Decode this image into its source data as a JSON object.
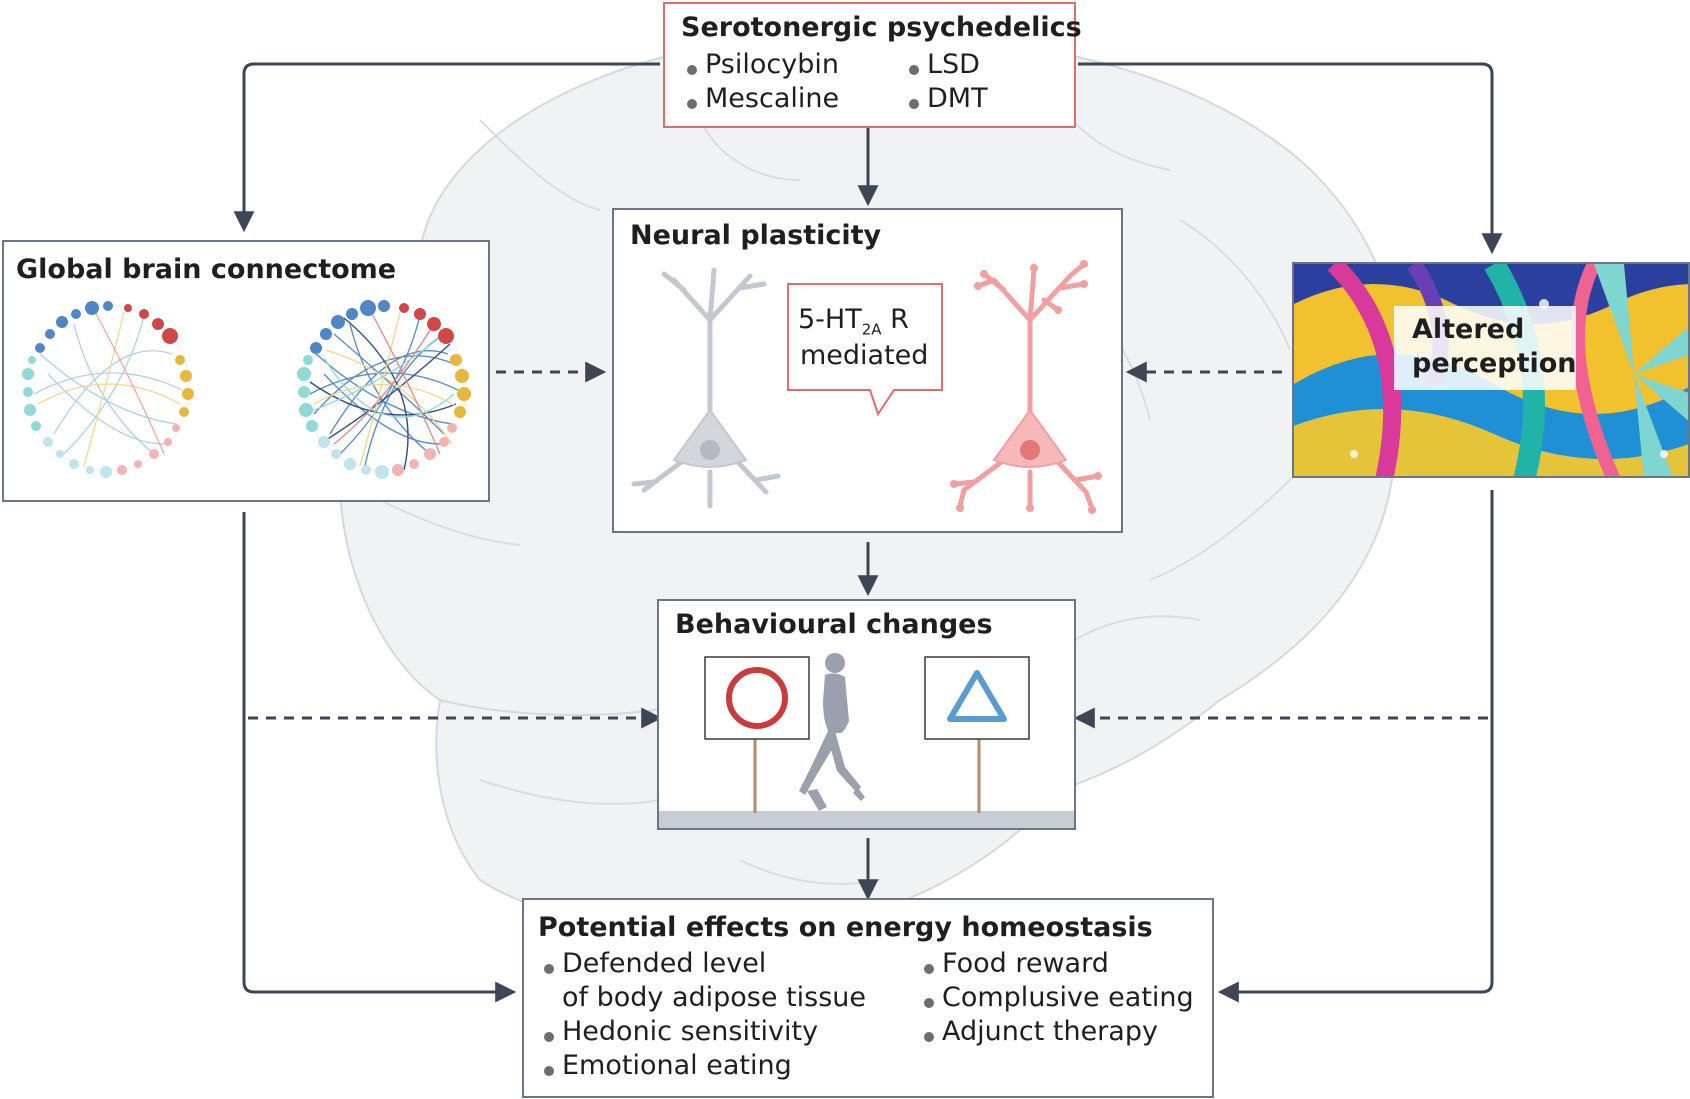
{
  "psychedelics": {
    "title": "Serotonergic psychedelics",
    "items": [
      "Psilocybin",
      "LSD",
      "Mescaline",
      "DMT"
    ]
  },
  "connectome": {
    "title": "Global brain connectome"
  },
  "plasticity": {
    "title": "Neural plasticity",
    "receptor_prefix": "5-HT",
    "receptor_sub": "2A",
    "receptor_suffix": " R",
    "receptor_line2": "mediated"
  },
  "perception": {
    "title_line1": "Altered",
    "title_line2": "perception"
  },
  "behaviour": {
    "title": "Behavioural changes"
  },
  "energy": {
    "title": "Potential effects on energy homeostasis",
    "left_items": [
      "Defended level",
      "of body adipose tissue",
      "Hedonic sensitivity",
      "Emotional eating"
    ],
    "right_items": [
      "Food reward",
      "Complusive eating",
      "Adjunct therapy"
    ]
  },
  "colors": {
    "arrow": "#3d4656",
    "box_border": "#6b7585",
    "accent_red": "#e06c6c",
    "neuron_grey": "#c4c7d0",
    "neuron_red": "#f0a0a0",
    "sign_circle": "#c83c3c",
    "sign_triangle": "#5a9bd0"
  }
}
